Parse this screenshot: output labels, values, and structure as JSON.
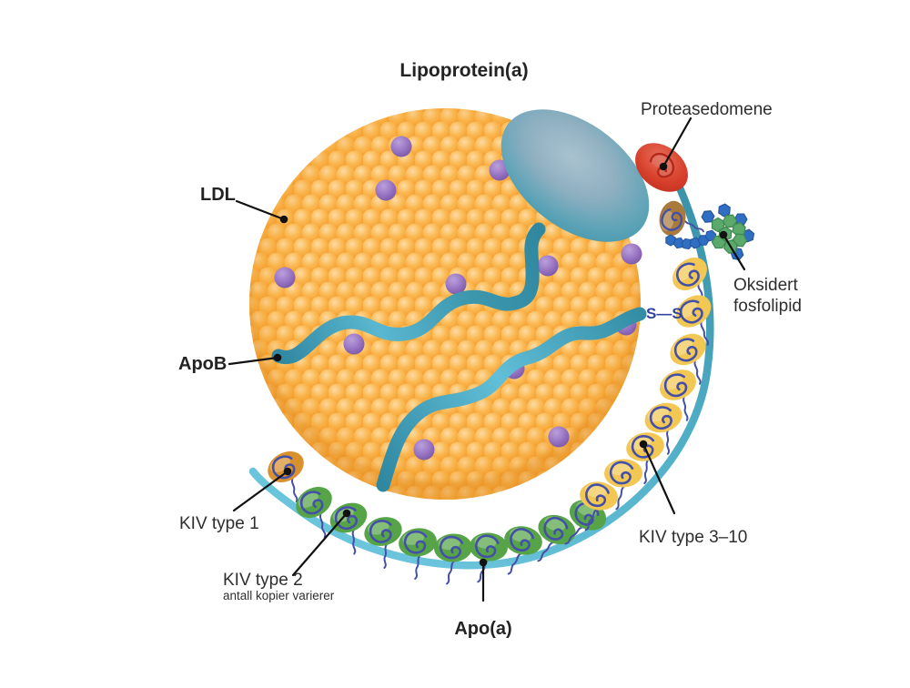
{
  "title": "Lipoprotein(a)",
  "labels": {
    "protease": "Proteasedomene",
    "ldl": "LDL",
    "apob": "ApoB",
    "ss_bond": "S—S",
    "oxidized_line1": "Oksidert",
    "oxidized_line2": "fosfolipid",
    "kiv1": "KIV type 1",
    "kiv2": "KIV type 2",
    "kiv2_sub": "antall kopier varierer",
    "kiv3_10": "KIV type 3–10",
    "apoa": "Apo(a)"
  },
  "colors": {
    "lipid_orange": "#f8a93c",
    "phospholipid_purple": "#8f6fbb",
    "apob_teal": "#3d96ac",
    "apoa_backbone": "#4faec6",
    "kringle_navy": "#4450a8",
    "protease_red": "#d8432e",
    "kv_brown": "#a87a3c",
    "kiv1_orange": "#d8912c",
    "kiv2_green": "#56a447",
    "kiv3_yellow": "#f2c753",
    "oxlipid_green": "#5ba96b",
    "oxlipid_blue": "#2f6ec2",
    "label_black": "#1a1a1a",
    "ss_navy": "#33439b"
  }
}
